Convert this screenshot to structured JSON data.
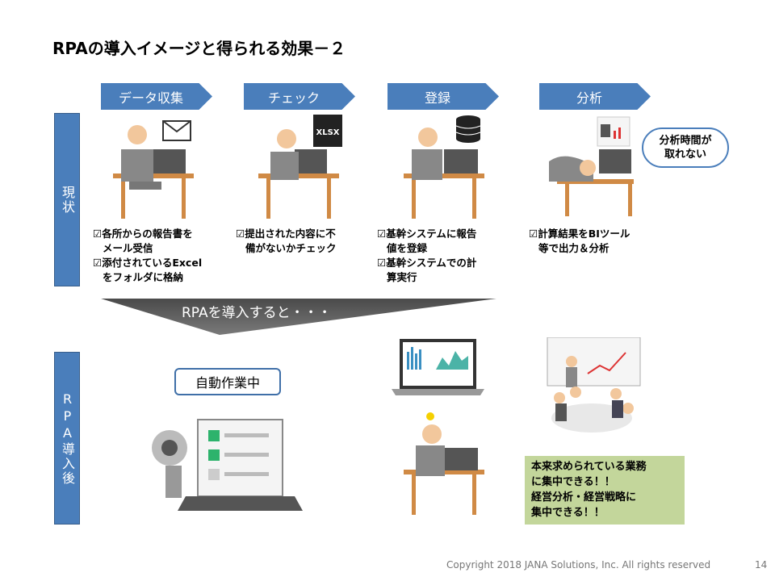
{
  "title": "RPAの導入イメージと得られる効果－２",
  "steps": [
    "データ収集",
    "チェック",
    "登録",
    "分析"
  ],
  "side": {
    "current": "現状",
    "after": "RPA導入後"
  },
  "checks": {
    "collect": [
      "☑各所からの報告書を",
      "メール受信",
      "☑添付されているExcel",
      "をフォルダに格納"
    ],
    "check": [
      "☑提出された内容に不",
      "備がないかチェック"
    ],
    "register": [
      "☑基幹システムに報告",
      "値を登録",
      "☑基幹システムでの計",
      "算実行"
    ],
    "analyze": [
      "☑計算結果をBIツール",
      "等で出力＆分析"
    ]
  },
  "cloud": [
    "分析時間が",
    "取れない"
  ],
  "transition": "RPAを導入すると・・・",
  "callout": "自動作業中",
  "benefit": [
    "本来求められている業務",
    "に集中できる！！",
    "経営分析・経営戦略に",
    "集中できる！！"
  ],
  "icons": {
    "xlsx": "XLSX"
  },
  "footer": {
    "copyright": "Copyright 2018 JANA Solutions, Inc. All rights reserved",
    "page": "14"
  },
  "colors": {
    "accent": "#4a7ebb",
    "benefit_bg": "#c3d69b"
  }
}
